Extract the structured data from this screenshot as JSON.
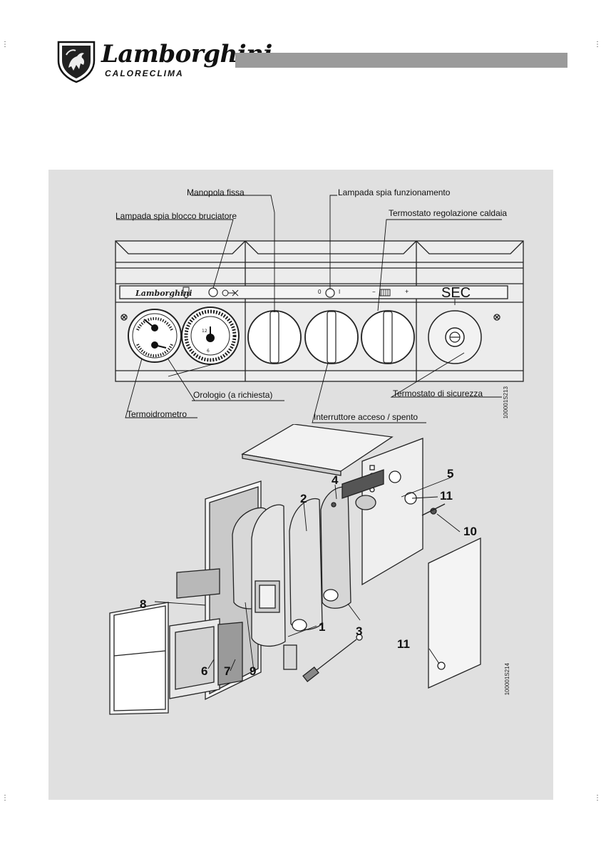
{
  "header": {
    "brand": "Lamborghini",
    "sub_brand": "CALORECLIMA"
  },
  "control_panel": {
    "callouts": {
      "manopola_fissa": "Manopola fissa",
      "lampada_funzionamento": "Lampada spia funzionamento",
      "lampada_blocco": "Lampada spia blocco bruciatore",
      "termostato_regolazione": "Termostato regolazione caldaia",
      "orologio": "Orologio (a richiesta)",
      "termostato_sicurezza": "Termostato di sicurezza",
      "termoidrometro": "Termoidrometro",
      "interruttore": "Interruttore acceso / spento"
    },
    "panel_labels": {
      "sec": "SEC",
      "switch_off": "0",
      "switch_on": "I",
      "minus": "−",
      "plus": "+"
    },
    "figure_code": "100001S213"
  },
  "exploded_view": {
    "part_numbers": [
      "1",
      "2",
      "3",
      "4",
      "5",
      "6",
      "7",
      "8",
      "9",
      "10",
      "11",
      "11"
    ],
    "figure_code": "100001S214"
  }
}
